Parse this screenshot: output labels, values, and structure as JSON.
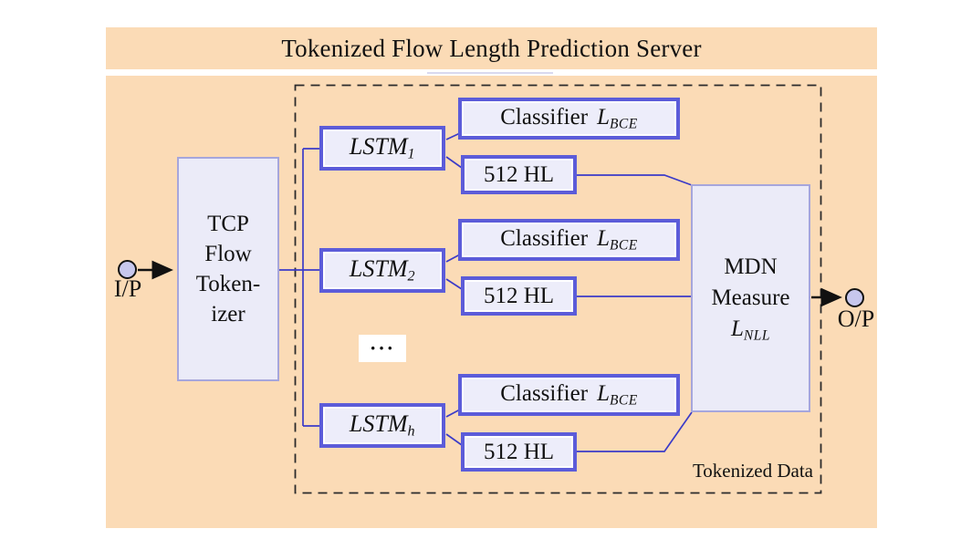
{
  "title": "Tokenized Flow Length Prediction Server",
  "colors": {
    "background_peach": "#FBDBB6",
    "box_fill_lavender": "#EBEBF8",
    "thick_border_blue": "#5C5CD9",
    "thin_border_purple": "#A6A6DC",
    "connector_blue": "#3B3BC8",
    "node_fill": "#C7C7ED",
    "dash_color": "#2B2B2B"
  },
  "io": {
    "input_label": "I/P",
    "output_label": "O/P"
  },
  "tokenizer": {
    "line1": "TCP",
    "line2": "Flow",
    "line3": "Token-",
    "line4": "izer"
  },
  "branches": [
    {
      "lstm": "LSTM",
      "lstm_sub": "1",
      "classifier_prefix": "Classifier",
      "loss": "L",
      "loss_sub": "BCE",
      "hidden": "512 HL"
    },
    {
      "lstm": "LSTM",
      "lstm_sub": "2",
      "classifier_prefix": "Classifier",
      "loss": "L",
      "loss_sub": "BCE",
      "hidden": "512 HL"
    },
    {
      "lstm": "LSTM",
      "lstm_sub": "h",
      "classifier_prefix": "Classifier",
      "loss": "L",
      "loss_sub": "BCE",
      "hidden": "512 HL"
    }
  ],
  "ellipsis": "···",
  "mdn": {
    "line1": "MDN",
    "line2": "Measure",
    "loss": "L",
    "loss_sub": "NLL"
  },
  "region_label": "Tokenized Data"
}
